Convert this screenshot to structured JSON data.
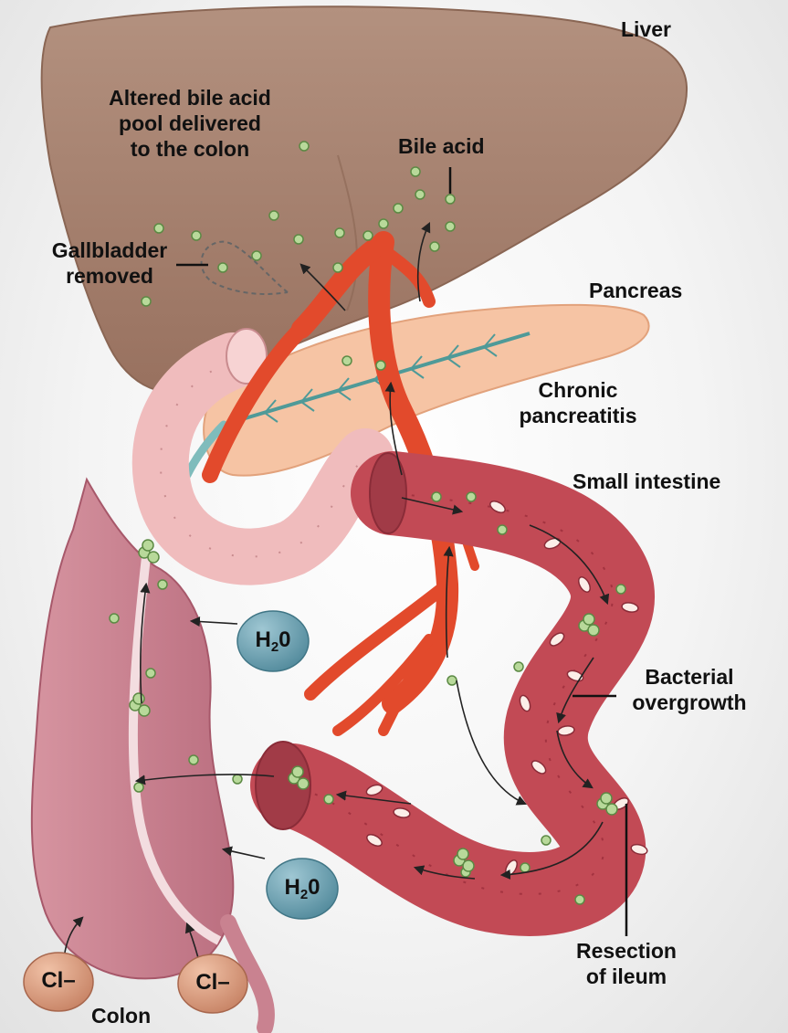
{
  "labels": {
    "liver": "Liver",
    "altered_bile_1": "Altered bile acid",
    "altered_bile_2": "pool delivered",
    "altered_bile_3": "to the colon",
    "bile_acid": "Bile acid",
    "gallbladder_1": "Gallbladder",
    "gallbladder_2": "removed",
    "pancreas": "Pancreas",
    "chronic_1": "Chronic",
    "chronic_2": "pancreatitis",
    "small_intestine": "Small intestine",
    "bacterial_1": "Bacterial",
    "bacterial_2": "overgrowth",
    "resection_1": "Resection",
    "resection_2": "of ileum",
    "colon": "Colon"
  },
  "ions": {
    "water_base": "H",
    "water_sub": "2",
    "water_end": "0",
    "chloride": "Cl–"
  },
  "colors": {
    "liver": "#a88473",
    "pancreas": "#f6c4a4",
    "vessel": "#e24a2c",
    "intestine": "#c24a55",
    "colon": "#c98290",
    "water_bubble": "#5f97a8",
    "chloride_bubble": "#d4967a",
    "bile_dot": "#b8d99a"
  }
}
